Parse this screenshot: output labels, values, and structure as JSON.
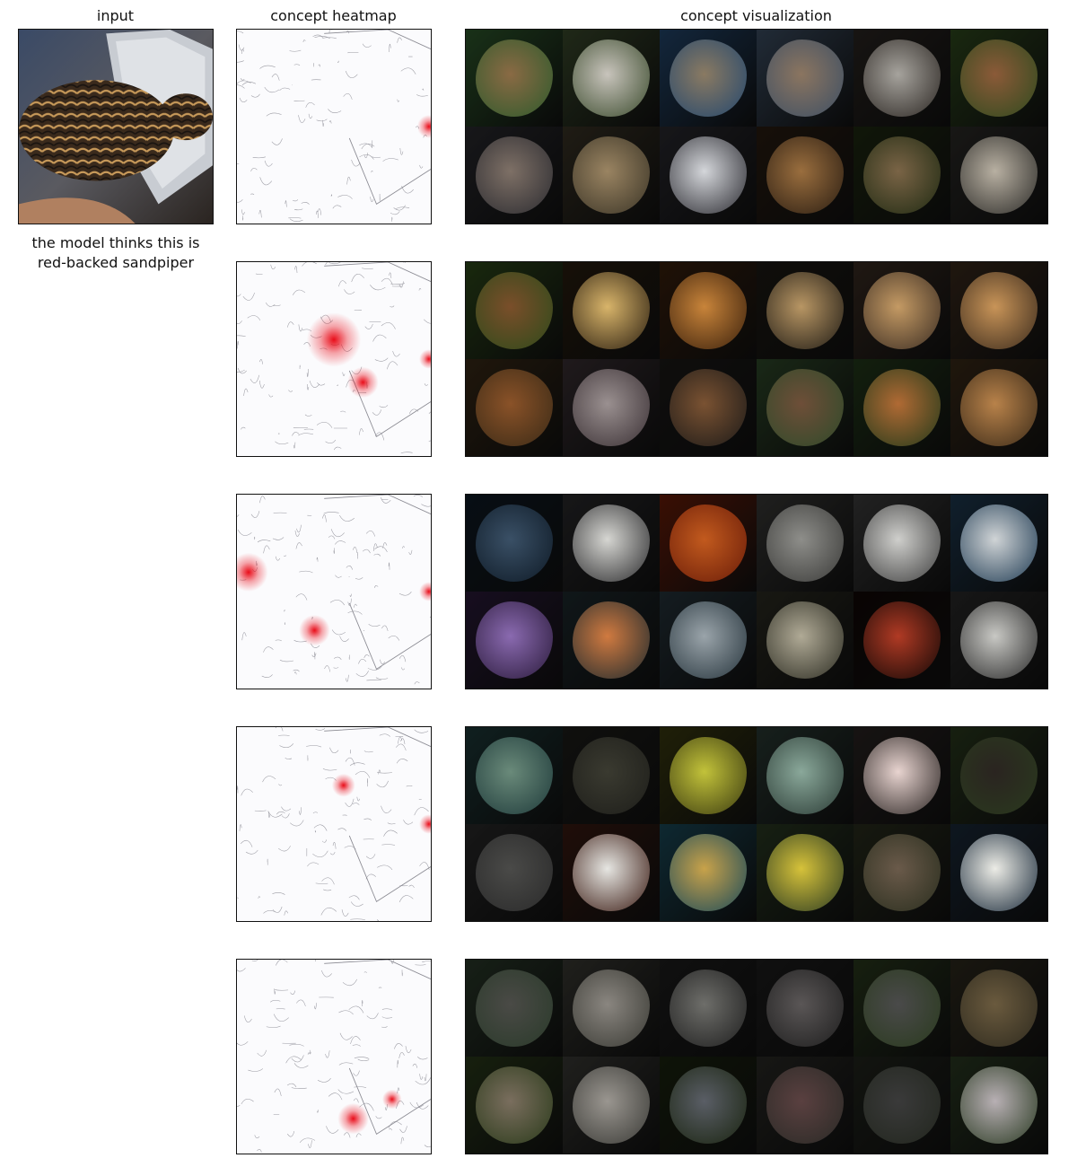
{
  "headers": {
    "input": "input",
    "heatmap": "concept heatmap",
    "visualization": "concept visualization"
  },
  "caption": {
    "line1": "the model thinks this is",
    "line2": "red-backed sandpiper"
  },
  "accent": "#e8000d",
  "concepts": [
    {
      "hot_spots": [
        [
          0.99,
          0.5,
          0.06
        ]
      ],
      "tiles": [
        {
          "bg": "#2e5a2c",
          "fg": "#8a6a44"
        },
        {
          "bg": "#3a4a2c",
          "fg": "#c8c4bc"
        },
        {
          "bg": "#23476e",
          "fg": "#8a7a62"
        },
        {
          "bg": "#3d4f64",
          "fg": "#8b7560"
        },
        {
          "bg": "#2b2622",
          "fg": "#a6a39d"
        },
        {
          "bg": "#2f4a1e",
          "fg": "#8b5a38"
        },
        {
          "bg": "#2b2b30",
          "fg": "#7e7066"
        },
        {
          "bg": "#3a3426",
          "fg": "#9a8462"
        },
        {
          "bg": "#2a2a30",
          "fg": "#d4d6da"
        },
        {
          "bg": "#2a1d12",
          "fg": "#9a6e3e"
        },
        {
          "bg": "#1f2a12",
          "fg": "#7a6446"
        },
        {
          "bg": "#2c2b28",
          "fg": "#b8b0a2"
        }
      ]
    },
    {
      "hot_spots": [
        [
          0.5,
          0.4,
          0.14
        ],
        [
          0.99,
          0.5,
          0.05
        ],
        [
          0.65,
          0.62,
          0.08
        ]
      ],
      "tiles": [
        {
          "bg": "#2e4a1a",
          "fg": "#7a4e2a"
        },
        {
          "bg": "#2a1e10",
          "fg": "#d8b46a"
        },
        {
          "bg": "#3a200c",
          "fg": "#c8843a"
        },
        {
          "bg": "#1e1a14",
          "fg": "#b89664"
        },
        {
          "bg": "#3a2c22",
          "fg": "#c49a64"
        },
        {
          "bg": "#3a2a1c",
          "fg": "#c89458"
        },
        {
          "bg": "#3a2a16",
          "fg": "#8a5228"
        },
        {
          "bg": "#3a3034",
          "fg": "#9a9090"
        },
        {
          "bg": "#1c1a18",
          "fg": "#7a5232"
        },
        {
          "bg": "#2f4a2a",
          "fg": "#6e4e38"
        },
        {
          "bg": "#233a1a",
          "fg": "#b06a34"
        },
        {
          "bg": "#3a2a18",
          "fg": "#b8824a"
        }
      ]
    },
    {
      "hot_spots": [
        [
          0.06,
          0.4,
          0.1
        ],
        [
          0.99,
          0.5,
          0.05
        ],
        [
          0.4,
          0.7,
          0.08
        ]
      ],
      "tiles": [
        {
          "bg": "#0e1a26",
          "fg": "#3a5066"
        },
        {
          "bg": "#2a2a2c",
          "fg": "#d6d6d2"
        },
        {
          "bg": "#6a1c08",
          "fg": "#c25a1e"
        },
        {
          "bg": "#3a3a38",
          "fg": "#8e8e8a"
        },
        {
          "bg": "#3e3e3e",
          "fg": "#cfcfcc"
        },
        {
          "bg": "#1e3a52",
          "fg": "#d0d4d6"
        },
        {
          "bg": "#2a1a3a",
          "fg": "#8a6ab0"
        },
        {
          "bg": "#1e2a2e",
          "fg": "#d07a40"
        },
        {
          "bg": "#26343c",
          "fg": "#9aa4aa"
        },
        {
          "bg": "#2c2c22",
          "fg": "#b0aa96"
        },
        {
          "bg": "#120806",
          "fg": "#b03a24"
        },
        {
          "bg": "#2a2a2a",
          "fg": "#c8c8c4"
        }
      ]
    },
    {
      "hot_spots": [
        [
          0.99,
          0.5,
          0.05
        ],
        [
          0.55,
          0.3,
          0.06
        ]
      ],
      "tiles": [
        {
          "bg": "#1e3a3a",
          "fg": "#6a8a7a"
        },
        {
          "bg": "#1e1e1a",
          "fg": "#3a3a30"
        },
        {
          "bg": "#3a3a10",
          "fg": "#c2c23a"
        },
        {
          "bg": "#2a3a34",
          "fg": "#8aa89a"
        },
        {
          "bg": "#2a2422",
          "fg": "#e8d4d0"
        },
        {
          "bg": "#2a3a1e",
          "fg": "#2a2420"
        },
        {
          "bg": "#2a2a2a",
          "fg": "#4a4a48"
        },
        {
          "bg": "#3a1a12",
          "fg": "#e6e6e2"
        },
        {
          "bg": "#1a4a5a",
          "fg": "#c8a24a"
        },
        {
          "bg": "#2a3a22",
          "fg": "#d6c23a"
        },
        {
          "bg": "#2a2e1e",
          "fg": "#6a5a4a"
        },
        {
          "bg": "#1a2a3a",
          "fg": "#ecece6"
        }
      ]
    },
    {
      "hot_spots": [
        [
          0.6,
          0.82,
          0.08
        ],
        [
          0.8,
          0.72,
          0.05
        ]
      ],
      "tiles": [
        {
          "bg": "#2a3a2a",
          "fg": "#4a4a46"
        },
        {
          "bg": "#3a3a34",
          "fg": "#8a8680"
        },
        {
          "bg": "#1e1e1e",
          "fg": "#6e6e6a"
        },
        {
          "bg": "#1e1e1e",
          "fg": "#5a5656"
        },
        {
          "bg": "#2a3a1e",
          "fg": "#4a4a4a"
        },
        {
          "bg": "#2e2a1e",
          "fg": "#6a5a3e"
        },
        {
          "bg": "#2a3a1a",
          "fg": "#7a6e5e"
        },
        {
          "bg": "#3a3a36",
          "fg": "#9a9690"
        },
        {
          "bg": "#1a2410",
          "fg": "#5a5e66"
        },
        {
          "bg": "#2a2a26",
          "fg": "#5a4040"
        },
        {
          "bg": "#22261e",
          "fg": "#3a3a3a"
        },
        {
          "bg": "#2a3a22",
          "fg": "#b8b0b4"
        }
      ]
    }
  ]
}
